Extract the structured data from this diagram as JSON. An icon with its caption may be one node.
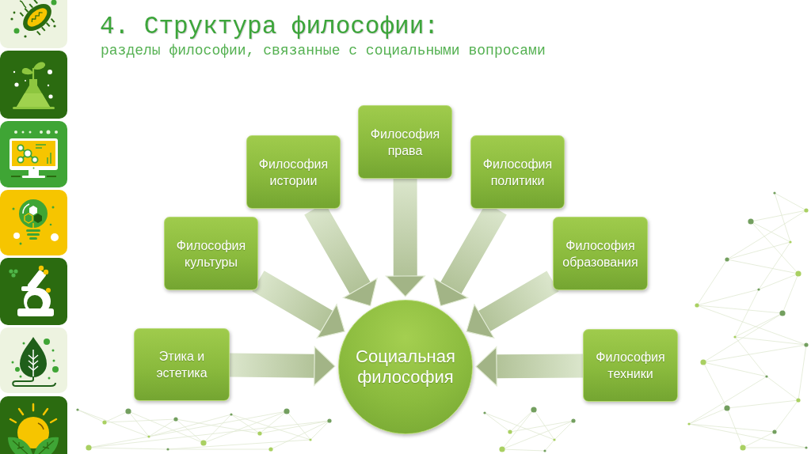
{
  "diagram": {
    "title": "4. Структура философии:",
    "nodes": [
      {
        "text": [
          "Философия права"
        ]
      },
      {
        "text": [
          "Философия истории"
        ]
      },
      {
        "text": [
          "Философия политики"
        ]
      },
      {
        "text": [
          "Философия культуры"
        ]
      },
      {
        "text": [
          "Философия образования"
        ]
      },
      {
        "text": [
          "Этика и эстетика"
        ]
      },
      {
        "text": [
          "Социальная философия"
        ]
      },
      {
        "text": [
          "Философия техники"
        ]
      }
    ],
    "edges": [
      {
        "from": 0,
        "to": 6,
        "arrow": "to"
      },
      {
        "from": 1,
        "to": 6,
        "arrow": "to"
      },
      {
        "from": 2,
        "to": 6,
        "arrow": "to"
      },
      {
        "from": 3,
        "to": 6,
        "arrow": "to"
      },
      {
        "from": 4,
        "to": 6,
        "arrow": "to"
      },
      {
        "from": 5,
        "to": 6,
        "arrow": "to"
      },
      {
        "from": 7,
        "to": 6,
        "arrow": "to"
      }
    ],
    "labels": [
      "разделы философии, связанные с социальными вопросами"
    ]
  }
}
